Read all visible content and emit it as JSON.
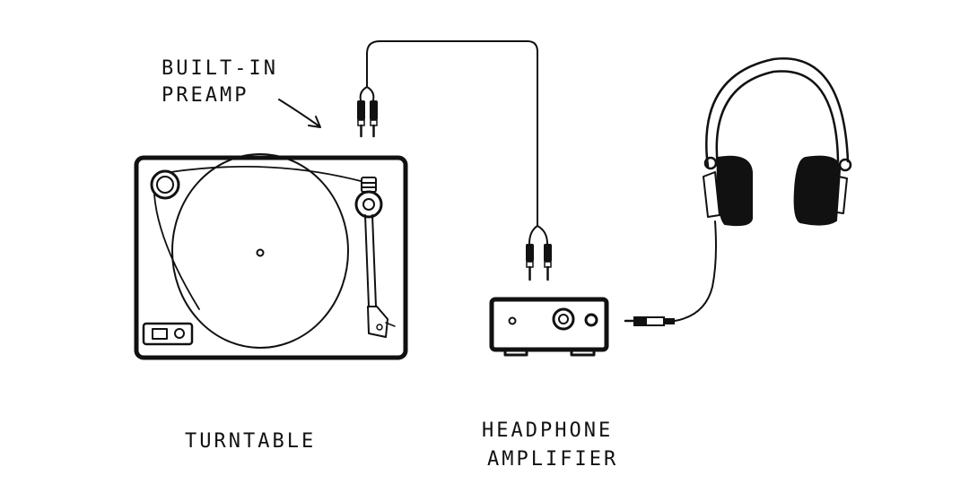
{
  "labels": {
    "preamp_line1": "BUILT-IN",
    "preamp_line2": "PREAMP",
    "turntable": "TURNTABLE",
    "amp_line1": "HEADPHONE",
    "amp_line2": "AMPLIFIER"
  },
  "colors": {
    "ink": "#111111",
    "background": "#ffffff"
  },
  "icons": {
    "turntable": "turntable-icon",
    "amplifier": "amplifier-icon",
    "headphones": "headphones-icon",
    "rca_plug": "rca-plug-icon",
    "jack_plug": "headphone-jack-icon",
    "arrow": "arrow-icon"
  }
}
